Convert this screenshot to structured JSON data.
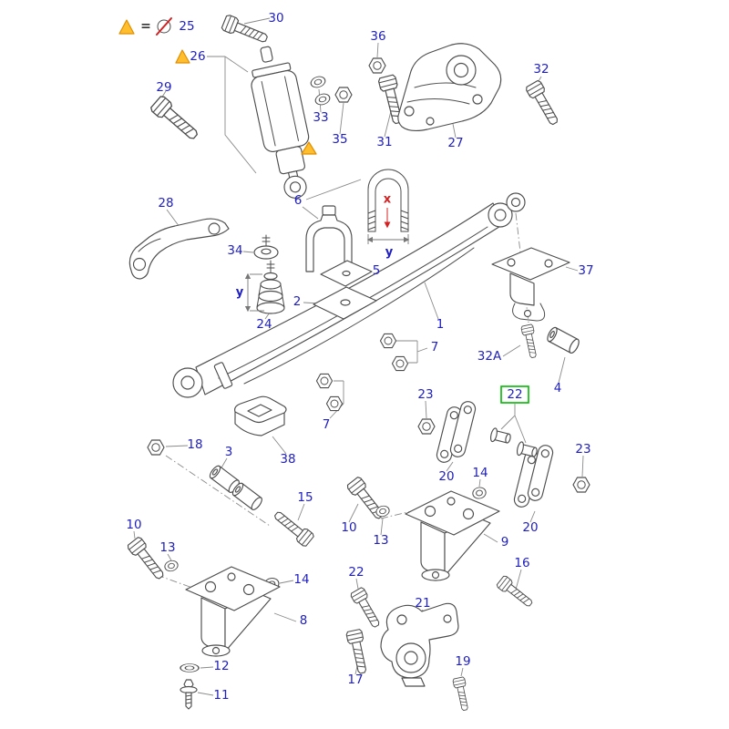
{
  "legend": {
    "equals_sign": "=",
    "label_25": "25",
    "label_26": "26"
  },
  "dimension_labels": {
    "x_ubolt": "x",
    "y_ubolt": "y",
    "y_bumpstop": "y"
  },
  "part_labels": {
    "p1": "1",
    "p2": "2",
    "p3": "3",
    "p4": "4",
    "p5": "5",
    "p6": "6",
    "p7_upper": "7",
    "p7_lower": "7",
    "p8": "8",
    "p9": "9",
    "p10_left": "10",
    "p10_right": "10",
    "p11": "11",
    "p12": "12",
    "p13_left": "13",
    "p13_right": "13",
    "p14_left": "14",
    "p14_right": "14",
    "p15": "15",
    "p16": "16",
    "p17": "17",
    "p18": "18",
    "p19": "19",
    "p20_left": "20",
    "p20_right": "20",
    "p21": "21",
    "p22_highlighted": "22",
    "p22_bolt": "22",
    "p23_left": "23",
    "p23_right": "23",
    "p24": "24",
    "p27": "27",
    "p28": "28",
    "p29": "29",
    "p30": "30",
    "p31": "31",
    "p32": "32",
    "p32A": "32A",
    "p33": "33",
    "p34": "34",
    "p35": "35",
    "p36": "36",
    "p37": "37",
    "p38": "38"
  },
  "colors": {
    "label_blue": "#2020c0",
    "highlight_green": "#00bb00",
    "warning_fill": "#ffbe2e",
    "warning_border": "#e08f00",
    "dimension_red": "#d42020",
    "part_stroke": "#4d4d4d",
    "leader_gray": "#8a8a8a",
    "background": "#ffffff"
  }
}
